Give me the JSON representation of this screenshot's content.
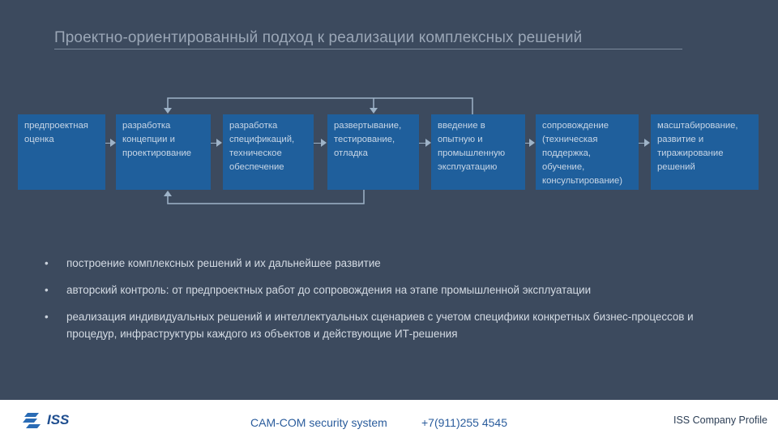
{
  "title": "Проектно-ориентированный подход к реализации комплексных решений",
  "steps": [
    {
      "label": "предпроектная оценка"
    },
    {
      "label": "разработка концепции и проектирование"
    },
    {
      "label": "разработка спецификаций, техническое обеспечение"
    },
    {
      "label": "развертывание, тестирование, отладка"
    },
    {
      "label": "введение в опытную и промышленную эксплуатацию"
    },
    {
      "label": "сопровождение (техническая поддержка, обучение, консультирование)"
    },
    {
      "label": "масштабирование, развитие и тиражирование решений"
    }
  ],
  "bullets": [
    "построение комплексных решений и их дальнейшее развитие",
    "авторский контроль: от предпроектных работ до сопровождения на этапе промышленной эксплуатации",
    "реализация индивидуальных решений и интеллектуальных сценариев с учетом специфики конкретных бизнес-процессов и процедур, инфраструктуры каждого из объектов и действующие ИТ-решения"
  ],
  "footer": {
    "logo": "ISS",
    "company": "CAM-COM security system",
    "phone": "+7(911)255 4545",
    "profile": "ISS Company Profile"
  },
  "colors": {
    "background": "#3c4a5e",
    "step_box": "#1f5f9c",
    "brand": "#1f4e8f"
  }
}
